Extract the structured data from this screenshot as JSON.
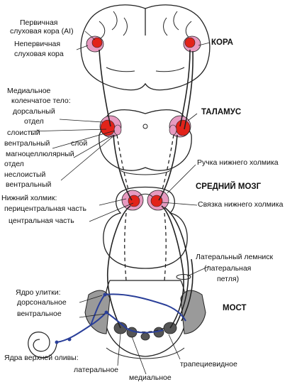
{
  "regions": {
    "cortex": "КОРА",
    "thalamus": "ТАЛАМУС",
    "midbrain": "СРЕДНИЙ МОЗГ",
    "pons": "МОСТ"
  },
  "cortex_labels": {
    "primary_1": "Первичная",
    "primary_2": "слуховая кора (AI)",
    "nonprimary_1": "Непервичная",
    "nonprimary_2": "слуховая кора"
  },
  "mgb_labels": {
    "title_1": "Медиальное",
    "title_2": "коленчатое тело:",
    "dorsal_1": "дорсальный",
    "dorsal_2": "отдел",
    "ventral_1": "слоистый",
    "ventral_2": "вентральный",
    "layer": "слой",
    "magno_1": "магноцеллюлярный",
    "magno_2": "отдел",
    "nonlayer_1": "неслоистый",
    "nonlayer_2": "вентральный"
  },
  "ic_labels": {
    "title": "Нижний холмик:",
    "pericentral": "перицентральная часть",
    "central": "центральная часть",
    "brachium": "Ручка нижнего холмика",
    "commissure": "Связка нижнего холмика"
  },
  "lemniscus_labels": {
    "l1": "Латеральный лемниск",
    "l2": "(латеральная",
    "l3": "петля)"
  },
  "cochlear_labels": {
    "title": "Ядро улитки:",
    "dorsal": "дорсональное",
    "ventral": "вентральное"
  },
  "olive_labels": {
    "title": "Ядра верхней оливы:",
    "lateral": "латеральное",
    "medial": "медиальное",
    "trapezoid": "трапециевидное"
  },
  "colors": {
    "outline": "#222222",
    "pink": "#e79ac0",
    "red": "#e2231a",
    "blue": "#2a3f99",
    "gray": "#9a9a9a",
    "dark_gray": "#555555"
  }
}
